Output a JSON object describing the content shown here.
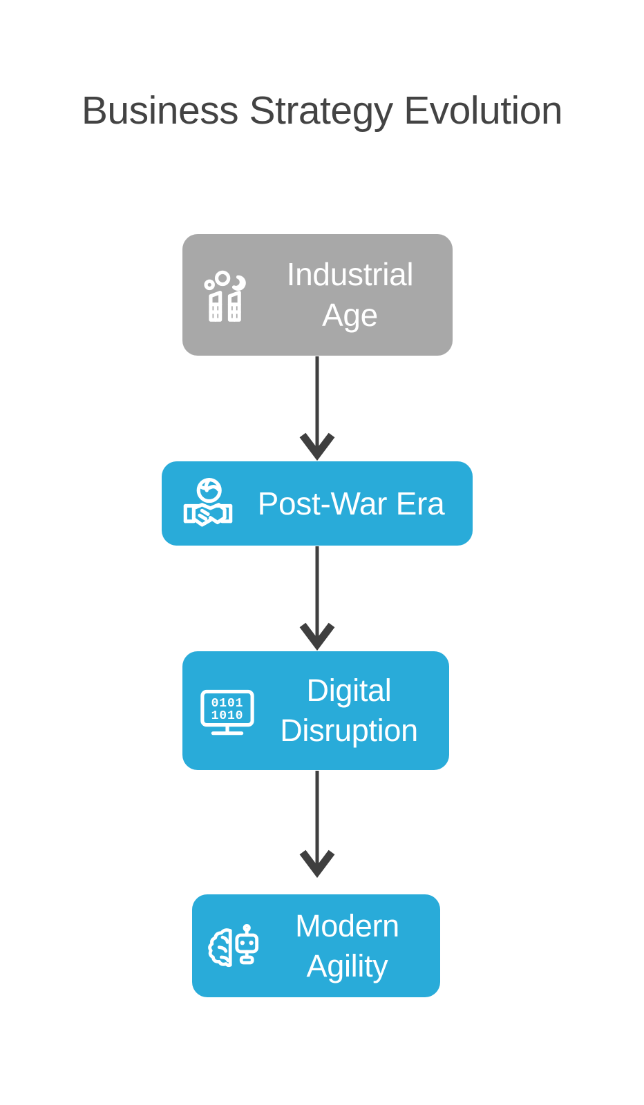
{
  "page": {
    "title": "Business Strategy Evolution",
    "background_color": "#ffffff",
    "title_color": "#434343"
  },
  "palette": {
    "accent_blue": "#29abd9",
    "muted_gray": "#a8a8a8",
    "connector_gray": "#3f3f3f",
    "node_text": "#ffffff"
  },
  "flow": {
    "orientation": "vertical",
    "nodes": [
      {
        "id": "industrial-age",
        "label": "Industrial Age",
        "icon": "factory-icon",
        "color": "#a8a8a8",
        "order": 1
      },
      {
        "id": "post-war-era",
        "label": "Post-War Era",
        "icon": "handshake-globe-icon",
        "color": "#29abd9",
        "order": 2
      },
      {
        "id": "digital-disruption",
        "label": "Digital Disruption",
        "icon": "binary-monitor-icon",
        "color": "#29abd9",
        "order": 3
      },
      {
        "id": "modern-agility",
        "label": "Modern Agility",
        "icon": "brain-robot-icon",
        "color": "#29abd9",
        "order": 4
      }
    ],
    "connectors": [
      {
        "from": "industrial-age",
        "to": "post-war-era",
        "style": "arrow"
      },
      {
        "from": "post-war-era",
        "to": "digital-disruption",
        "style": "arrow"
      },
      {
        "from": "digital-disruption",
        "to": "modern-agility",
        "style": "arrow"
      }
    ]
  },
  "icon_details": {
    "binary_monitor_rows": [
      "0101",
      "1010"
    ]
  }
}
